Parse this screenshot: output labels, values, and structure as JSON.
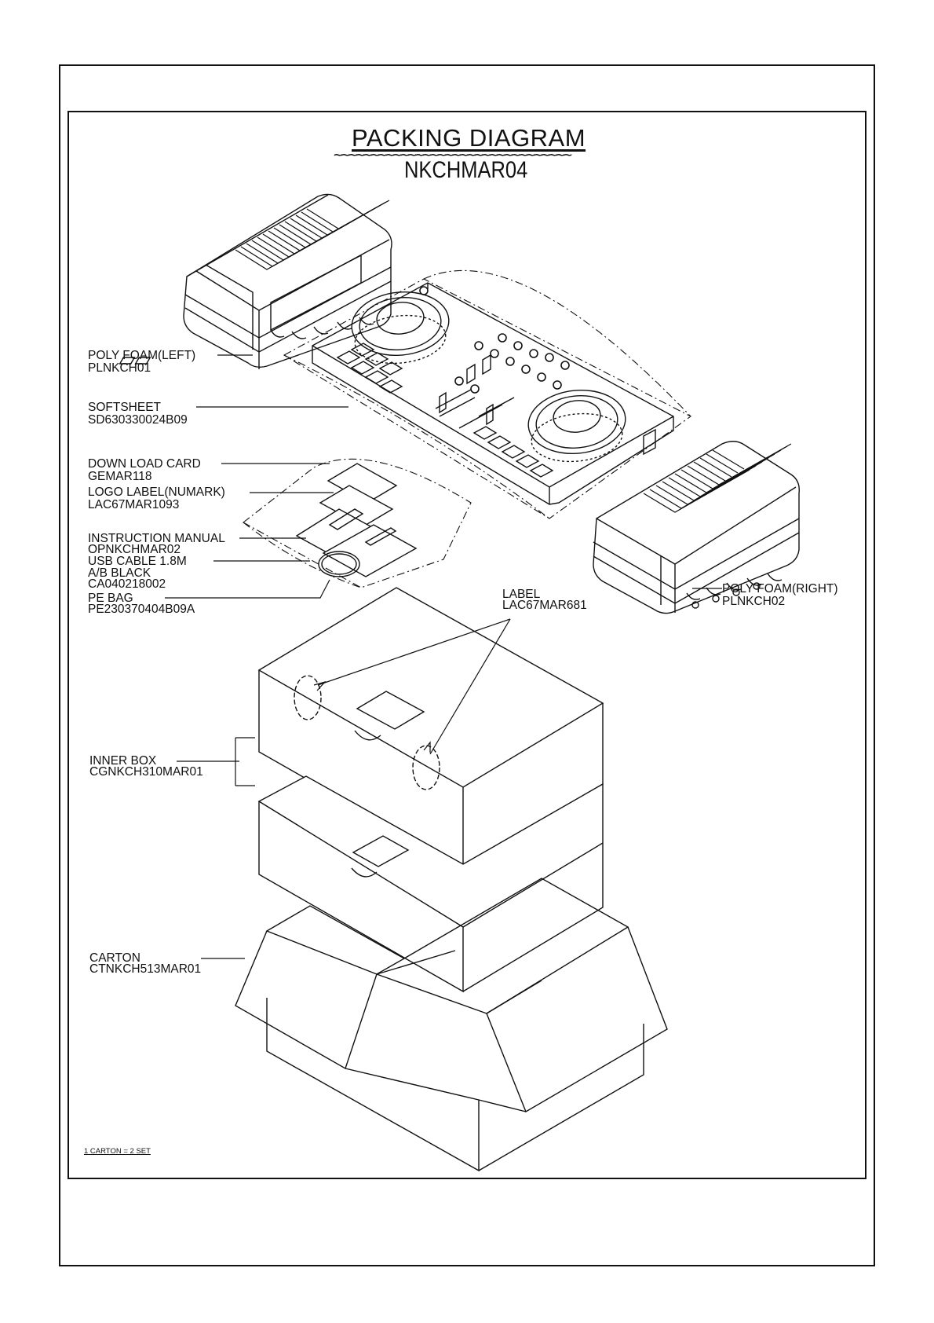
{
  "title": "PACKING DIAGRAM",
  "title_underline": "~~~~~~~~~~~~~~~~~~~~~~~~~~~~~~~~",
  "model": "NKCHMAR04",
  "parts": {
    "poly_foam_left": {
      "name": "POLY FOAM(LEFT)",
      "code": "PLNKCH01"
    },
    "softsheet": {
      "name": "SOFTSHEET",
      "code": "SD630330024B09"
    },
    "download_card": {
      "name": "DOWN LOAD CARD",
      "code": "GEMAR118"
    },
    "logo_label": {
      "name": "LOGO LABEL(NUMARK)",
      "code": "LAC67MAR1093"
    },
    "instruction_manual": {
      "name": "INSTRUCTION MANUAL",
      "code": "OPNKCHMAR02"
    },
    "usb_cable": {
      "name": "USB CABLE 1.8M",
      "desc": "A/B BLACK",
      "code": "CA040218002"
    },
    "pe_bag": {
      "name": "PE BAG",
      "code": "PE230370404B09A"
    },
    "label": {
      "name": "LABEL",
      "code": "LAC67MAR681"
    },
    "poly_foam_right": {
      "name": "POLY FOAM(RIGHT)",
      "code": "PLNKCH02"
    },
    "inner_box": {
      "name": "INNER BOX",
      "code": "CGNKCH310MAR01"
    },
    "carton": {
      "name": "CARTON",
      "code": "CTNKCH513MAR01"
    }
  },
  "note": "1 CARTON = 2 SET"
}
